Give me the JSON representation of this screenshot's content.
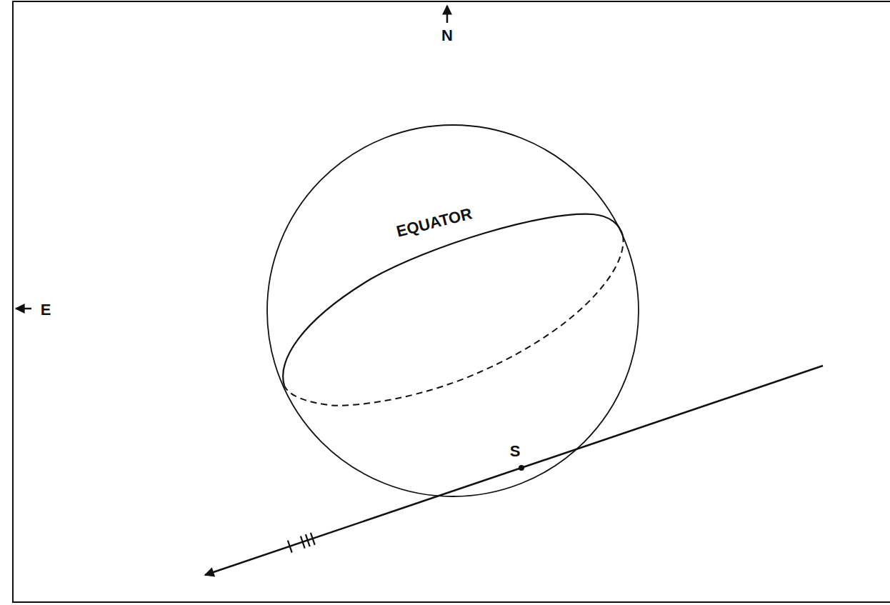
{
  "diagram": {
    "labels": [
      "N",
      "E",
      "EQUATOR",
      "S"
    ]
  }
}
